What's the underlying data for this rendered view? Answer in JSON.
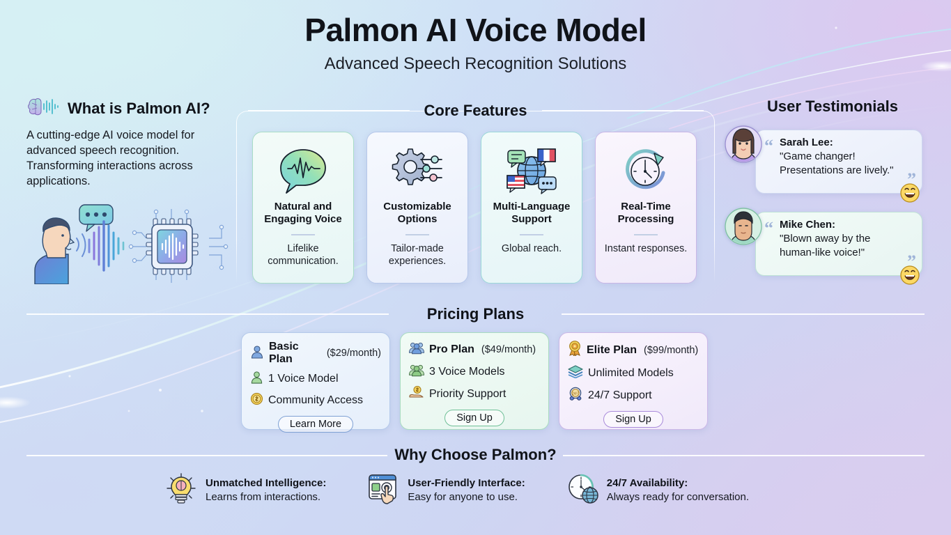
{
  "header": {
    "title": "Palmon AI Voice Model",
    "subtitle": "Advanced Speech Recognition Solutions"
  },
  "about": {
    "heading": "What is Palmon AI?",
    "icon": "brain-waveform-icon",
    "body": "A cutting-edge AI voice model for advanced speech recognition. Transforming interactions across applications.",
    "illustration": "person-speaking-to-ai-chip-illustration"
  },
  "features": {
    "title": "Core Features",
    "cards": [
      {
        "icon": "speech-bubble-waveform-icon",
        "title": "Natural and Engaging Voice",
        "desc": "Lifelike communication."
      },
      {
        "icon": "gear-sliders-icon",
        "title": "Customizable Options",
        "desc": "Tailor-made experiences."
      },
      {
        "icon": "globe-chat-flags-icon",
        "title": "Multi-Language Support",
        "desc": "Global reach."
      },
      {
        "icon": "clock-refresh-icon",
        "title": "Real-Time Processing",
        "desc": "Instant responses."
      }
    ]
  },
  "testimonials": {
    "title": "User Testimonials",
    "items": [
      {
        "avatar": "woman-avatar",
        "name": "Sarah Lee:",
        "quote": "\"Game changer! Presentations are lively.\"",
        "emoji": "grinning-face-emoji",
        "open_quote": "“",
        "close_quote": "”"
      },
      {
        "avatar": "man-avatar",
        "name": "Mike Chen:",
        "quote": "\"Blown away by the human-like voice!\"",
        "emoji": "grinning-face-emoji",
        "open_quote": "“",
        "close_quote": "”"
      }
    ]
  },
  "pricing": {
    "title": "Pricing Plans",
    "plans": [
      {
        "icon": "single-person-icon",
        "name": "Basic Plan",
        "price": "($29/month)",
        "features": [
          {
            "icon": "person-icon",
            "label": "1 Voice Model"
          },
          {
            "icon": "coin-icon",
            "label": "Community Access"
          }
        ],
        "button": "Learn More",
        "accent": "#7fa1d4"
      },
      {
        "icon": "group-people-icon",
        "name": "Pro Plan",
        "price": "($49/month)",
        "features": [
          {
            "icon": "group-people-icon",
            "label": "3 Voice Models"
          },
          {
            "icon": "hand-coin-icon",
            "label": "Priority Support"
          }
        ],
        "button": "Sign Up",
        "accent": "#6fc097"
      },
      {
        "icon": "award-medal-icon",
        "name": "Elite Plan",
        "price": "($99/month)",
        "features": [
          {
            "icon": "layers-stack-icon",
            "label": "Unlimited Models"
          },
          {
            "icon": "phone-247-icon",
            "label": "24/7 Support"
          }
        ],
        "button": "Sign Up",
        "accent": "#a98ada"
      }
    ]
  },
  "why": {
    "title": "Why Choose Palmon?",
    "items": [
      {
        "icon": "lightbulb-brain-icon",
        "title": "Unmatched Intelligence:",
        "desc": "Learns from interactions."
      },
      {
        "icon": "touch-interface-icon",
        "title": "User-Friendly Interface:",
        "desc": "Easy for anyone to use."
      },
      {
        "icon": "clock-globe-icon",
        "title": "24/7 Availability:",
        "desc": "Always ready for conversation."
      }
    ]
  },
  "colors": {
    "bg_top_left": "#d7eef5",
    "bg_top_right": "#dcc8f0",
    "bg_bottom_left": "#cfd9f4",
    "text": "#101319",
    "rule": "#ffffff"
  }
}
